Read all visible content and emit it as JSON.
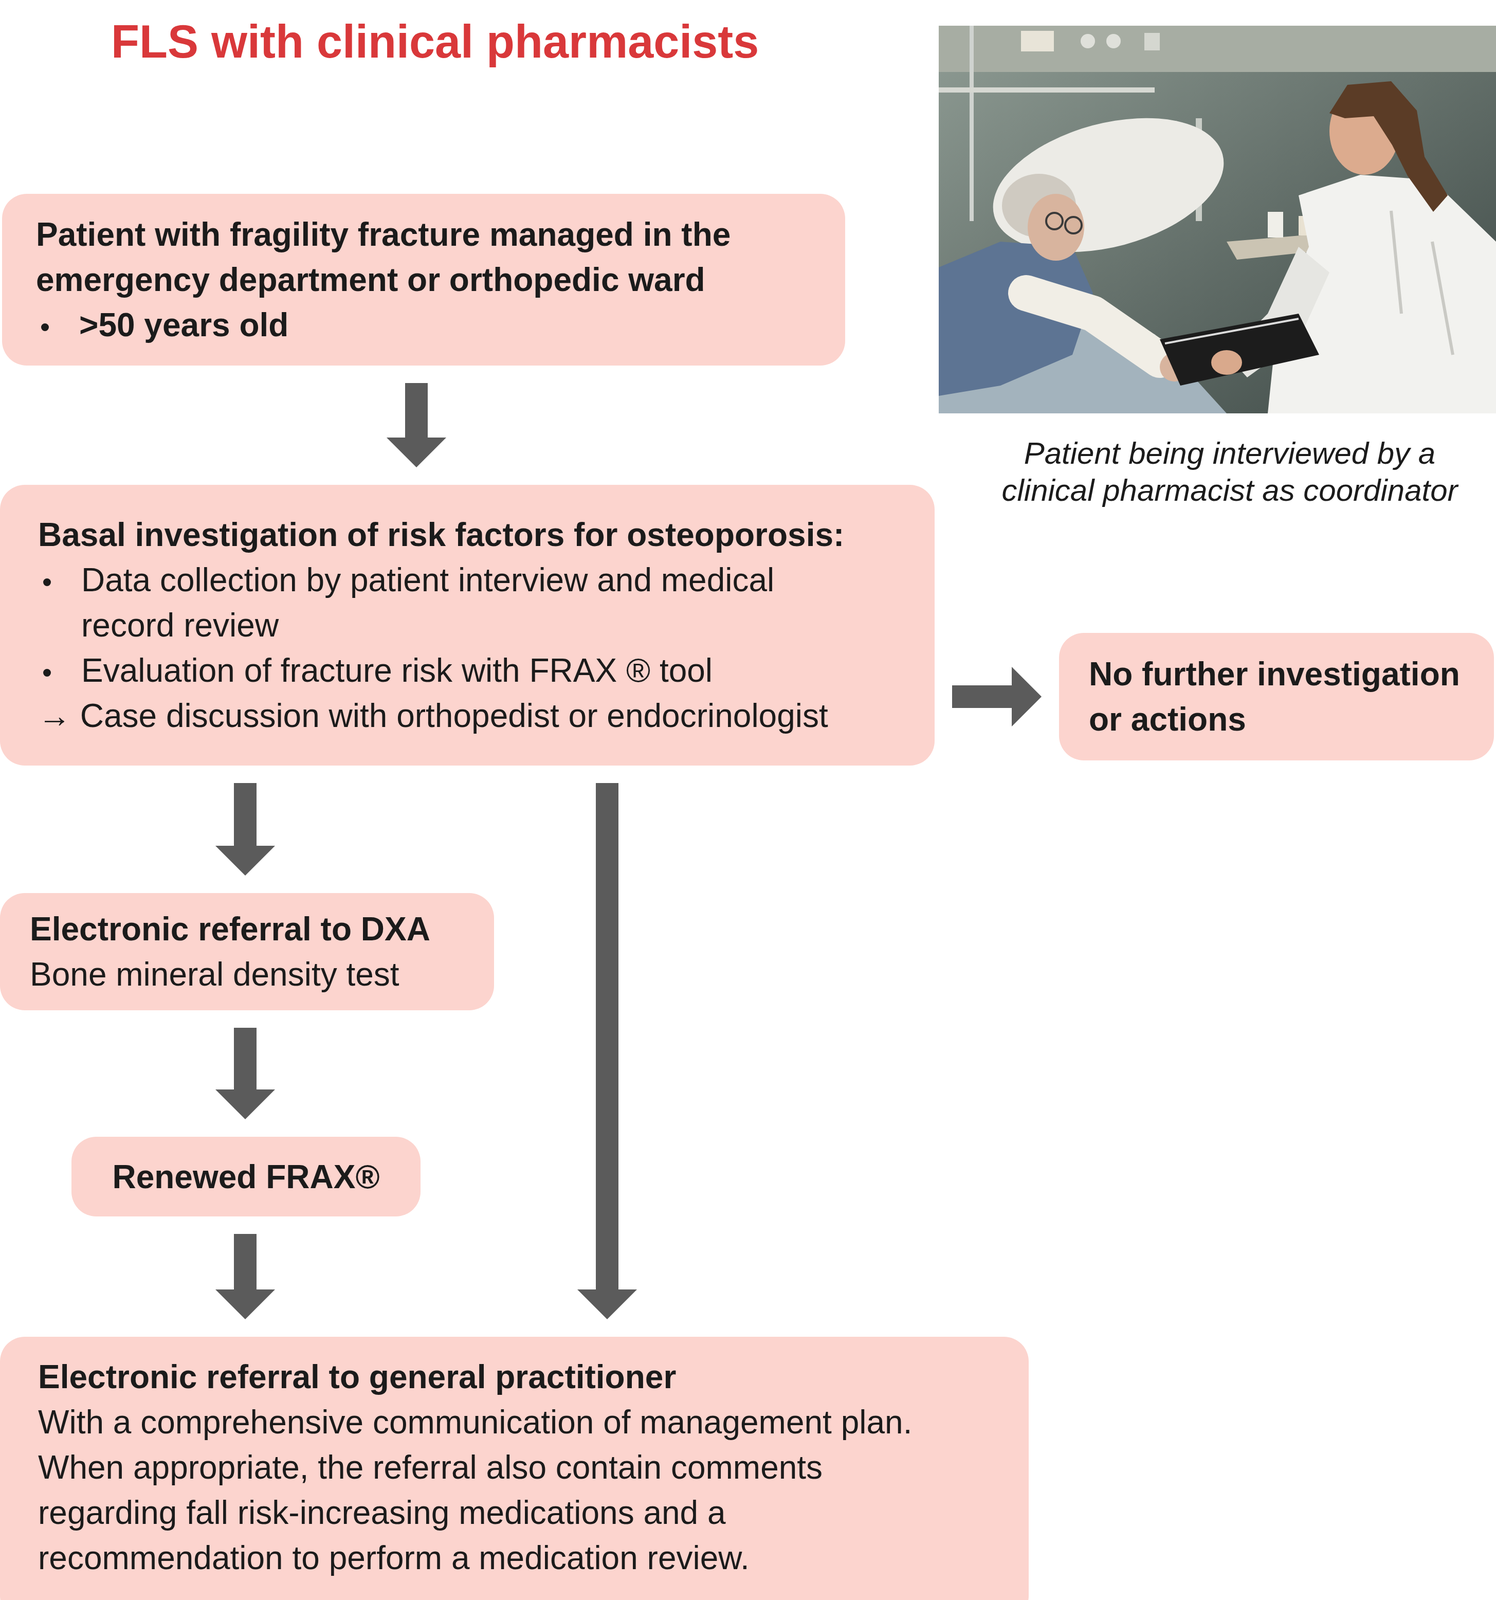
{
  "diagram": {
    "title": "FLS with clinical pharmacists",
    "caption": "Patient being interviewed by a clinical pharmacist as coordinator",
    "nodes": [
      {
        "text": [
          "Patient with fragility fracture managed in the emergency department or orthopedic ward",
          ">50 years old"
        ]
      },
      {
        "text": [
          "Basal investigation of risk factors for osteoporosis:",
          "Data collection by patient interview and medical record review",
          "Evaluation of fracture risk with FRAX ® tool",
          "→ Case discussion with orthopedist or endocrinologist"
        ]
      },
      {
        "text": [
          "No further investigation or actions"
        ]
      },
      {
        "text": [
          "Electronic referral to DXA",
          "Bone mineral density test"
        ]
      },
      {
        "text": [
          "Renewed FRAX®"
        ]
      },
      {
        "text": [
          "Electronic referral to general practitioner",
          "With a comprehensive communication of management plan. When appropriate, the referral also contain comments regarding fall risk-increasing medications and a recommendation to perform a medication review."
        ]
      }
    ],
    "edges": [
      {
        "from": 0,
        "to": 1,
        "arrow": "to"
      },
      {
        "from": 1,
        "to": 2,
        "arrow": "to"
      },
      {
        "from": 1,
        "to": 3,
        "arrow": "to"
      },
      {
        "from": 1,
        "to": 5,
        "arrow": "to"
      },
      {
        "from": 3,
        "to": 4,
        "arrow": "to"
      },
      {
        "from": 4,
        "to": 5,
        "arrow": "to"
      }
    ]
  }
}
